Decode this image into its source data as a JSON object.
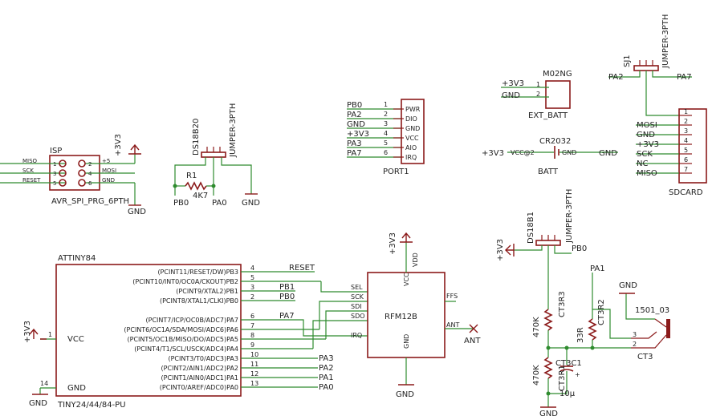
{
  "isp": {
    "name": "ISP",
    "value": "AVR_SPI_PRG_6PTH",
    "left_labels": [
      "MISO",
      "SCK",
      "RESET"
    ],
    "right_labels": [
      "+5",
      "MOSI",
      "GND"
    ],
    "pins_left": [
      "1",
      "3",
      "5"
    ],
    "pins_right": [
      "2",
      "4",
      "6"
    ]
  },
  "supply_3v3": "+3V3",
  "gnd": "GND",
  "ds18b20": {
    "name": "DS18B20",
    "value": "JUMPER-3PTH",
    "r1_name": "R1",
    "r1_value": "4K7",
    "net_left": "PB0",
    "net_right": "PA0"
  },
  "port1": {
    "name": "PORT1",
    "nets": [
      "PB0",
      "PA2",
      "GND",
      "+3V3",
      "PA3",
      "PA7"
    ],
    "pins": [
      "1",
      "2",
      "3",
      "4",
      "5",
      "6"
    ],
    "labels": [
      "PWR",
      "DIO",
      "GND",
      "VCC",
      "AIO",
      "IRQ"
    ]
  },
  "ext_batt": {
    "name": "EXT_BATT",
    "value": "M02NG",
    "nets": [
      "+3V3",
      "GND"
    ],
    "pins": [
      "1",
      "2"
    ]
  },
  "batt": {
    "name": "BATT",
    "value": "CR2032",
    "left": "+3V3",
    "vcc": "VCC@2",
    "gnd_pin": "GND",
    "right": "GND"
  },
  "sj1": {
    "name": "SJ1",
    "value": "JUMPER-3PTH",
    "left": "PA2",
    "right": "PA7"
  },
  "sdcard": {
    "name": "SDCARD",
    "labels": [
      "MOSI",
      "GND",
      "+3V3",
      "SCK",
      "NC",
      "MISO"
    ],
    "pins": [
      "1",
      "2",
      "3",
      "4",
      "5",
      "6",
      "7"
    ]
  },
  "attiny": {
    "name": "ATTINY84",
    "value": "TINY24/44/84-PU",
    "vcc": "VCC",
    "gnd": "GND",
    "vcc_pin": "1",
    "gnd_pin": "14",
    "pins": [
      {
        "num": "4",
        "label": "(PCINT11/RESET/DW)PB3",
        "net": "RESET"
      },
      {
        "num": "5",
        "label": "(PCINT10/INT0/OC0A/CKOUT)PB2",
        "net": ""
      },
      {
        "num": "3",
        "label": "(PCINT9/XTAL2)PB1",
        "net": "PB1"
      },
      {
        "num": "2",
        "label": "(PCINT8/XTAL1/CLKI)PB0",
        "net": "PB0"
      },
      {
        "num": "6",
        "label": "(PCINT7/ICP/OC0B/ADC7)PA7",
        "net": "PA7"
      },
      {
        "num": "7",
        "label": "(PCINT6/OC1A/SDA/MOSI/ADC6)PA6",
        "net": ""
      },
      {
        "num": "8",
        "label": "(PCINT5/OC1B/MISO/DO/ADC5)PA5",
        "net": ""
      },
      {
        "num": "9",
        "label": "(PCINT4/T1/SCL/USCK/ADC4)PA4",
        "net": ""
      },
      {
        "num": "10",
        "label": "(PCINT3/T0/ADC3)PA3",
        "net": "PA3"
      },
      {
        "num": "11",
        "label": "(PCINT2/AIN1/ADC2)PA2",
        "net": "PA2"
      },
      {
        "num": "12",
        "label": "(PCINT1/AIN0/ADC1)PA1",
        "net": "PA1"
      },
      {
        "num": "13",
        "label": "(PCINT0/AREF/ADC0)PA0",
        "net": "PA0"
      }
    ]
  },
  "rfm": {
    "name": "RFM12B",
    "vdd": "VDD",
    "vcc": "VCC",
    "gnd": "GND",
    "left_pins": [
      "SEL",
      "SCK",
      "SDI",
      "SDO",
      "IRQ"
    ],
    "ffs": "FFS",
    "ant_pin": "ANT",
    "ant": "ANT"
  },
  "ds18b1": {
    "name": "DS18B1",
    "value": "JUMPER-3PTH",
    "net": "PB0"
  },
  "ct": {
    "pa1": "PA1",
    "r_top_value": "470K",
    "r_top_name": "CT3R3",
    "r_bot_value": "470K",
    "r_bot_name": "CT3R1",
    "r_mid_value": "33R",
    "r_mid_name": "CT3R2",
    "c_name": "CT3C1",
    "c_value": "10µ",
    "jack_value": "1501_03",
    "jack_name": "CT3",
    "jack_pins": [
      "2",
      "3"
    ]
  }
}
